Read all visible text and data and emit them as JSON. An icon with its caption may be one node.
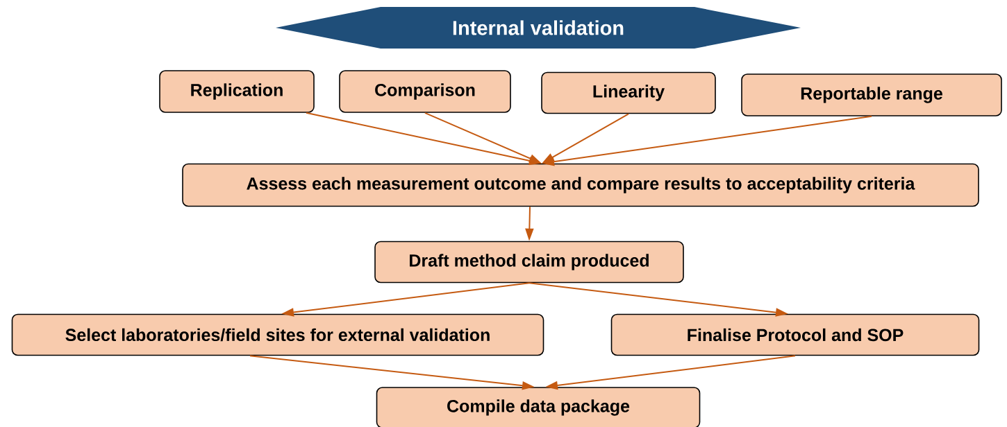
{
  "diagram": {
    "nodes": [
      {
        "text": [
          "Internal validation"
        ]
      },
      {
        "text": [
          "Replication"
        ]
      },
      {
        "text": [
          "Comparison"
        ]
      },
      {
        "text": [
          "Linearity"
        ]
      },
      {
        "text": [
          "Reportable range"
        ]
      },
      {
        "text": [
          "Assess each measurement outcome and compare results to acceptability criteria"
        ]
      },
      {
        "text": [
          "Draft method claim produced"
        ]
      },
      {
        "text": [
          "Select laboratories/field sites for external validation"
        ]
      },
      {
        "text": [
          "Finalise Protocol and SOP"
        ]
      },
      {
        "text": [
          "Compile data package"
        ]
      }
    ],
    "edges": [
      {
        "from": 1,
        "to": 5,
        "arrow": "to"
      },
      {
        "from": 2,
        "to": 5,
        "arrow": "to"
      },
      {
        "from": 3,
        "to": 5,
        "arrow": "to"
      },
      {
        "from": 4,
        "to": 5,
        "arrow": "to"
      },
      {
        "from": 5,
        "to": 6,
        "arrow": "to"
      },
      {
        "from": 6,
        "to": 7,
        "arrow": "to"
      },
      {
        "from": 6,
        "to": 8,
        "arrow": "to"
      },
      {
        "from": 7,
        "to": 9,
        "arrow": "to"
      },
      {
        "from": 8,
        "to": 9,
        "arrow": "to"
      }
    ]
  }
}
